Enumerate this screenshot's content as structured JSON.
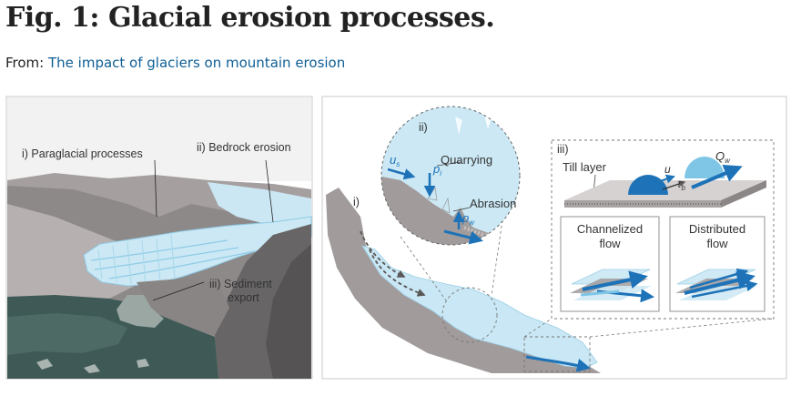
{
  "header": {
    "title": "Fig. 1: Glacial erosion processes.",
    "from_label": "From:",
    "source_link": "The impact of glaciers on mountain erosion"
  },
  "left_panel": {
    "label_paraglacial": "i) Paraglacial processes",
    "label_bedrock": "ii) Bedrock erosion",
    "label_sediment_line1": "iii) Sediment",
    "label_sediment_line2": "export"
  },
  "right_panel": {
    "label_i": "i)",
    "label_ii": "ii)",
    "label_iii": "iii)",
    "quarrying": "Quarrying",
    "abrasion": "Abrasion",
    "us_main": "u",
    "us_sub": "s",
    "pi_main": "p",
    "pi_sub": "i",
    "pw_main": "p",
    "pw_sub": "w",
    "till_layer": "Till layer",
    "u_main": "u",
    "tau_main": "τ",
    "tau_sub": "b",
    "qw_main": "Q",
    "qw_sub": "w",
    "channelized_line1": "Channelized",
    "channelized_line2": "flow",
    "distributed_line1": "Distributed",
    "distributed_line2": "flow"
  },
  "colors": {
    "ice": "#bfe3f2",
    "ice_dark": "#7fc6e6",
    "arrow_blue": "#1e73b8",
    "rock": "#9c9494",
    "rock_dark": "#6e6a6a",
    "title": "#222222",
    "link": "#0f5f94"
  }
}
